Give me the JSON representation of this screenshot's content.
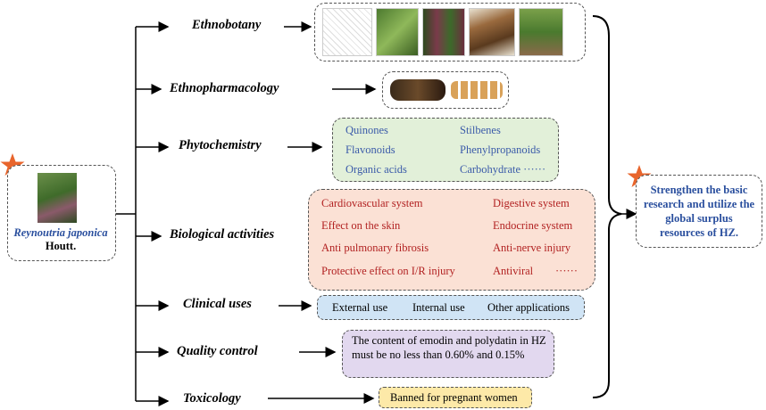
{
  "categories": [
    "Ethnobotany",
    "Ethnopharmacology",
    "Phytochemistry",
    "Biological activities",
    "Clinical uses",
    "Quality control",
    "Toxicology"
  ],
  "plant": {
    "name_italic": "Reynoutria japonica",
    "name_author": "Houtt."
  },
  "phytochemistry": [
    "Quinones",
    "Stilbenes",
    "Flavonoids",
    "Phenylpropanoids",
    "Organic acids",
    "Carbohydrate ······"
  ],
  "biological_activities": [
    "Cardiovascular system",
    "Digestive system",
    "Effect on the skin",
    "Endocrine system",
    "Anti pulmonary fibrosis",
    "Anti-nerve injury",
    "Protective effect on I/R injury",
    "Antiviral",
    "······"
  ],
  "clinical_uses": [
    "External use",
    "Internal use",
    "Other applications"
  ],
  "quality_control": "The content of emodin and polydatin in HZ must be no less than 0.60% and 0.15%",
  "toxicology": "Banned for pregnant women",
  "conclusion": "Strengthen the basic research and utilize the global surplus resources of HZ.",
  "colors": {
    "green_box": "#e2f0d9",
    "red_box": "#fbe1d5",
    "blue_box": "#d0e4f5",
    "purple_box": "#e2d8ef",
    "yellow_box": "#fde9a8",
    "star": "#e8652c"
  },
  "icons": [
    "star-icon",
    "star-icon",
    "arrow-icon",
    "bracket-icon"
  ]
}
